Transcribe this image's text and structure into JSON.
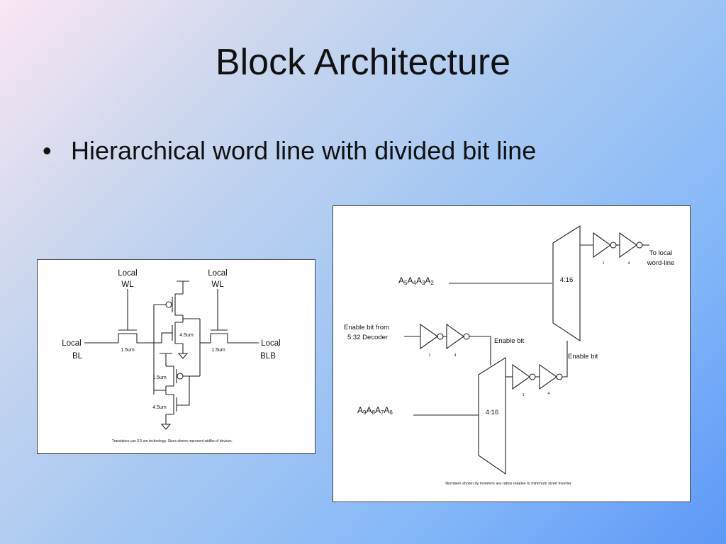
{
  "slide": {
    "title": "Block Architecture",
    "bullet": "Hierarchical word line with divided bit line"
  },
  "cell_diagram": {
    "local_wl_left": [
      "Local",
      "WL"
    ],
    "local_wl_right": [
      "Local",
      "WL"
    ],
    "local_bl": [
      "Local",
      "BL"
    ],
    "local_blb": [
      "Local",
      "BLB"
    ],
    "size_access_left": "1.5um",
    "size_access_right": "1.5um",
    "size_top_inverter": "4.5um",
    "size_bottom_pmos": "1.5um",
    "size_bottom_nmos": "4.5um",
    "footnote": "Transistors use 0.5 um technology.  Sizes shown represent widths of devices."
  },
  "decoder_diagram": {
    "addr_high": [
      "A",
      "5",
      "A",
      "4",
      "A",
      "3",
      "A",
      "2"
    ],
    "addr_low": [
      "A",
      "9",
      "A",
      "8",
      "A",
      "7",
      "A",
      "6"
    ],
    "enable_from": [
      "Enable bit from",
      "5:32 Decoder"
    ],
    "enable_bit_1": "Enable bit",
    "enable_bit_2": "Enable bit",
    "decoder_top_label": "4:16",
    "decoder_bottom_label": "4:16",
    "to_local": [
      "To local",
      "word-line"
    ],
    "ratio_a": "1",
    "ratio_b": "4",
    "ratio_c": "1",
    "ratio_d": "4",
    "ratio_e": "1",
    "ratio_f": "4",
    "footnote": "Numbers shown by inverters are ratios relative to minimum sized inverter"
  }
}
